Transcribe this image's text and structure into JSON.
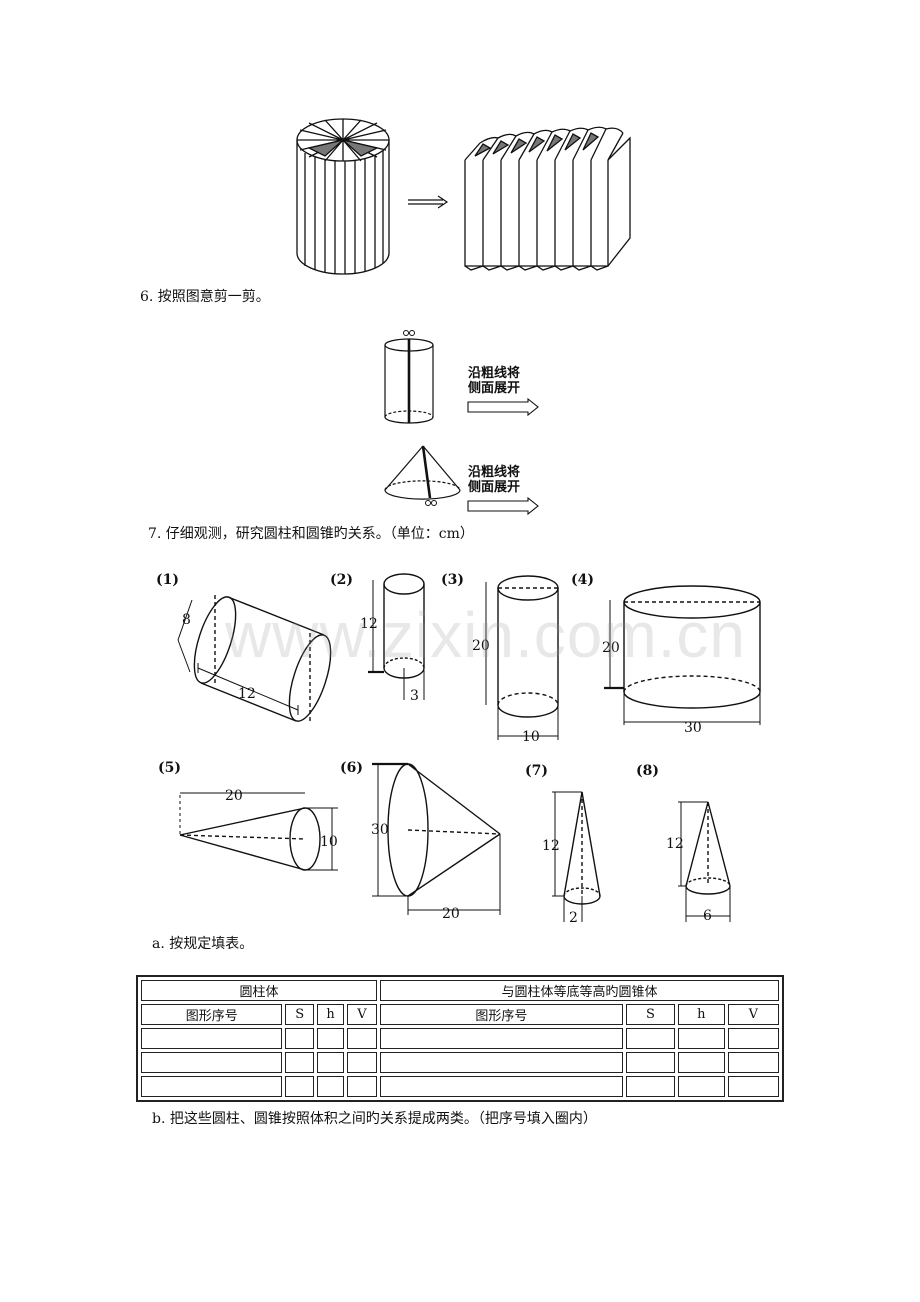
{
  "q6": {
    "title": "6. 按照图意剪一剪。"
  },
  "arrow_labels": [
    {
      "line1": "沿粗线将",
      "line2": "侧面展开"
    },
    {
      "line1": "沿粗线将",
      "line2": "侧面展开"
    }
  ],
  "q7": {
    "title": "7. 仔细观测，研究圆柱和圆锥旳关系。（单位：cm）"
  },
  "figures": [
    {
      "label": "(1)",
      "dims": [
        "8",
        "12"
      ]
    },
    {
      "label": "(2)",
      "dims": [
        "12",
        "3"
      ]
    },
    {
      "label": "(3)",
      "dims": [
        "20",
        "10"
      ]
    },
    {
      "label": "(4)",
      "dims": [
        "20",
        "30"
      ]
    },
    {
      "label": "(5)",
      "dims": [
        "20",
        "10"
      ]
    },
    {
      "label": "(6)",
      "dims": [
        "30",
        "20"
      ]
    },
    {
      "label": "(7)",
      "dims": [
        "12",
        "2"
      ]
    },
    {
      "label": "(8)",
      "dims": [
        "12",
        "6"
      ]
    }
  ],
  "watermark": "www.zixin.com.cn",
  "part_a": "a. 按规定填表。",
  "table": {
    "group_left": "圆柱体",
    "group_right": "与圆柱体等底等高旳圆锥体",
    "headers": [
      "图形序号",
      "S",
      "h",
      "V",
      "图形序号",
      "S",
      "h",
      "V"
    ],
    "rows": [
      [
        "",
        "",
        "",
        "",
        "",
        "",
        "",
        ""
      ],
      [
        "",
        "",
        "",
        "",
        "",
        "",
        "",
        ""
      ],
      [
        "",
        "",
        "",
        "",
        "",
        "",
        "",
        ""
      ]
    ]
  },
  "part_b": "b. 把这些圆柱、圆锥按照体积之间旳关系提成两类。（把序号填入圈内）"
}
